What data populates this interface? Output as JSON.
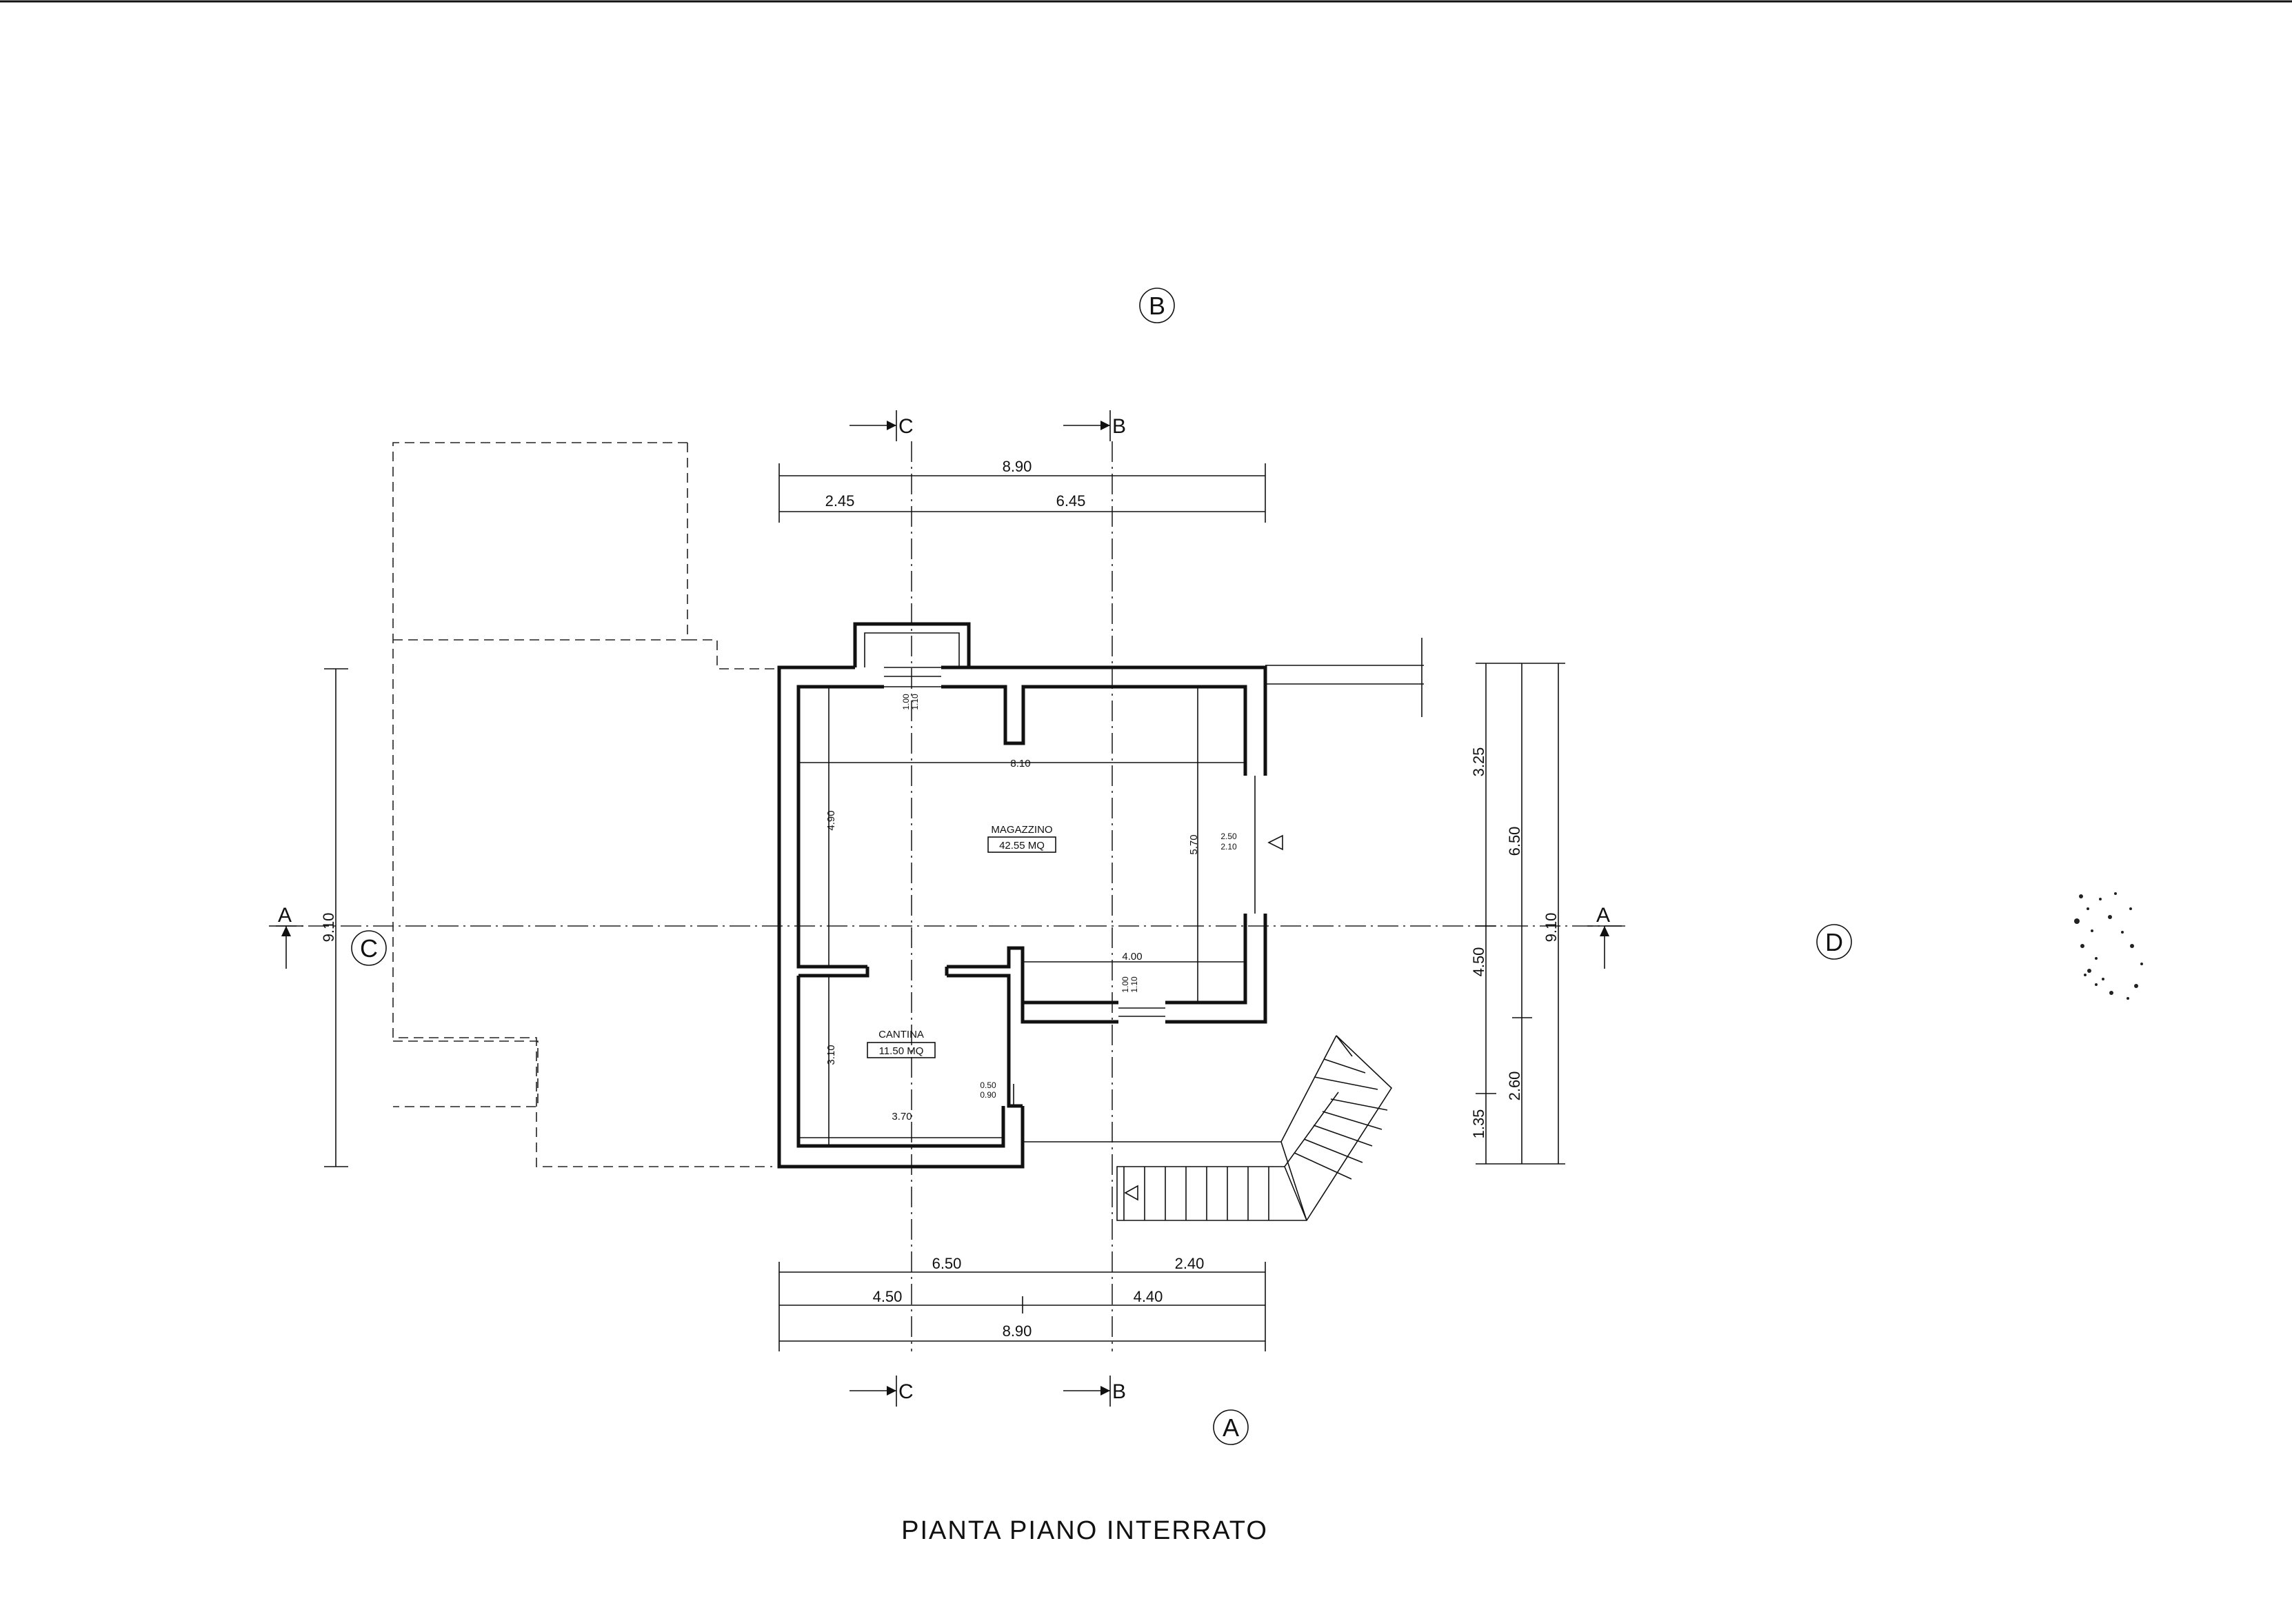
{
  "title": "PIANTA PIANO INTERRATO",
  "markers": {
    "a": "A",
    "b": "B",
    "c": "C",
    "d": "D"
  },
  "sections": {
    "a": "A",
    "b": "B",
    "c": "C"
  },
  "rooms": {
    "magazzino": {
      "name": "MAGAZZINO",
      "area": "42.55 MQ"
    },
    "cantina": {
      "name": "CANTINA",
      "area": "11.50 MQ"
    }
  },
  "dimensions": {
    "top_total": "8.90",
    "top_left": "2.45",
    "top_right": "6.45",
    "bottom_row1_left": "6.50",
    "bottom_row1_right": "2.40",
    "bottom_row2_left": "4.50",
    "bottom_row2_right": "4.40",
    "bottom_total": "8.90",
    "left_total": "9.10",
    "right_upper": "3.25",
    "right_middle": "4.50",
    "right_lower": "1.35",
    "right_outer_upper": "6.50",
    "right_outer_lower": "2.60",
    "right_total": "9.10",
    "interior_width": "8.10",
    "interior_height_left": "4.90",
    "interior_height_right": "5.70",
    "partition_width": "4.00",
    "cantina_width": "3.70",
    "cantina_height": "3.10",
    "opening_top": "1.00",
    "opening_top_b": "1.10",
    "door_right_top": "2.50",
    "door_right_bottom": "2.10",
    "door_bottom_top": "1.00",
    "door_bottom_bottom": "1.10",
    "door_cantina_top": "0.50",
    "door_cantina_bottom": "0.90"
  }
}
